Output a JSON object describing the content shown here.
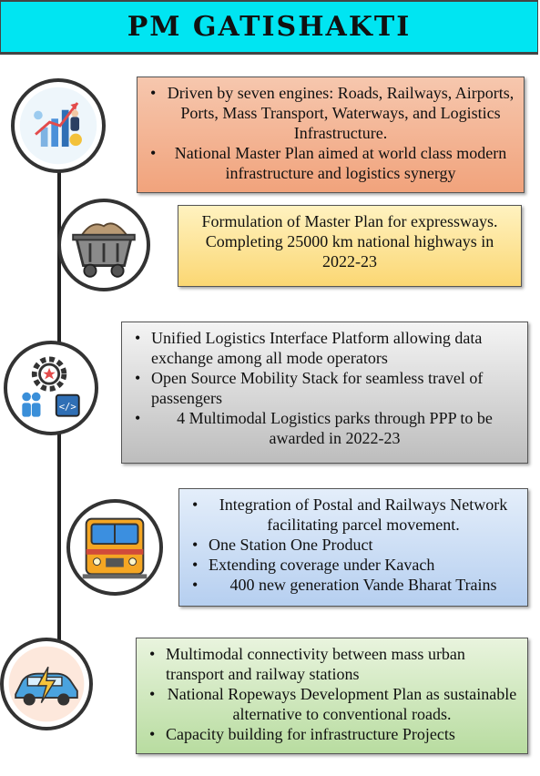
{
  "title": "PM GATISHAKTI",
  "sections": [
    {
      "icon": "growth-chart-icon",
      "bullets": [
        "Driven by seven engines: Roads, Railways, Airports, Ports, Mass Transport, Waterways, and Logistics Infrastructure.",
        "National Master Plan aimed at world class modern infrastructure and logistics synergy"
      ]
    },
    {
      "icon": "mining-cart-icon",
      "text": "Formulation of Master Plan for expressways. Completing 25000 km national highways in 2022-23"
    },
    {
      "icon": "gear-people-code-icon",
      "bullets": [
        "Unified Logistics Interface Platform allowing data exchange among all mode operators",
        "Open Source Mobility Stack for seamless travel of passengers",
        "4 Multimodal Logistics parks through PPP to be awarded in 2022-23"
      ]
    },
    {
      "icon": "train-icon",
      "bullets": [
        "Integration of Postal and Railways Network facilitating parcel movement.",
        "One Station One Product",
        "Extending coverage under Kavach",
        "400 new generation Vande Bharat Trains"
      ]
    },
    {
      "icon": "electric-car-icon",
      "bullets": [
        "Multimodal connectivity between mass urban transport and railway stations",
        "National Ropeways Development Plan as sustainable alternative to conventional roads.",
        "Capacity building for infrastructure Projects"
      ]
    }
  ]
}
